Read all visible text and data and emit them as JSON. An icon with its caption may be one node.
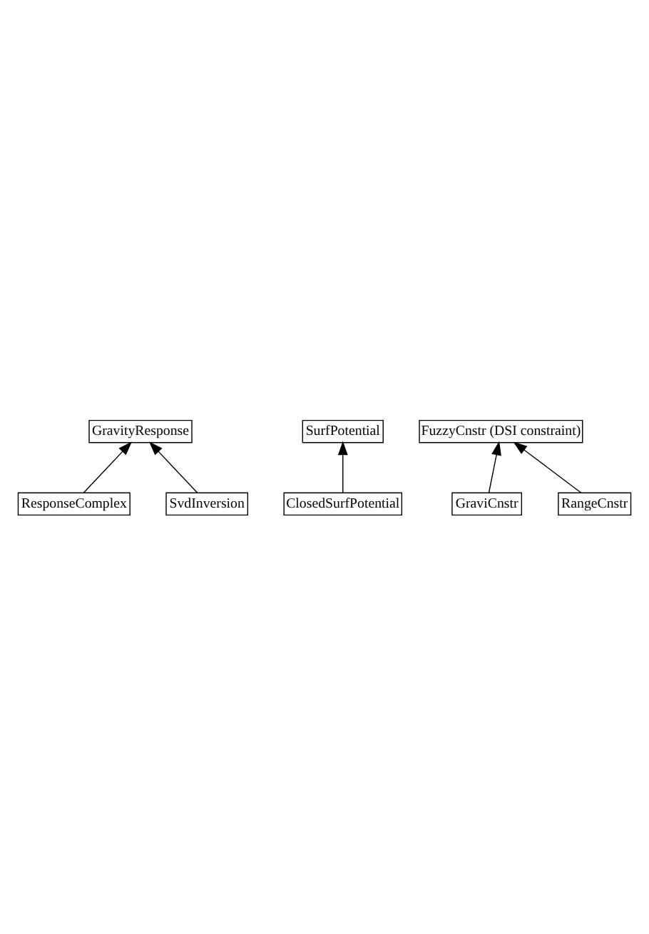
{
  "diagram": {
    "nodes": [
      {
        "text": [
          "GravityResponse"
        ]
      },
      {
        "text": [
          "ResponseComplex"
        ]
      },
      {
        "text": [
          "SvdInversion"
        ]
      },
      {
        "text": [
          "SurfPotential"
        ]
      },
      {
        "text": [
          "ClosedSurfPotential"
        ]
      },
      {
        "text": [
          "FuzzyCnstr (DSI constraint)"
        ]
      },
      {
        "text": [
          "GraviCnstr"
        ]
      },
      {
        "text": [
          "RangeCnstr"
        ]
      }
    ],
    "edges": [
      {
        "from": 1,
        "to": 0,
        "arrow": "to"
      },
      {
        "from": 2,
        "to": 0,
        "arrow": "to"
      },
      {
        "from": 4,
        "to": 3,
        "arrow": "to"
      },
      {
        "from": 6,
        "to": 5,
        "arrow": "to"
      },
      {
        "from": 7,
        "to": 5,
        "arrow": "to"
      }
    ]
  }
}
